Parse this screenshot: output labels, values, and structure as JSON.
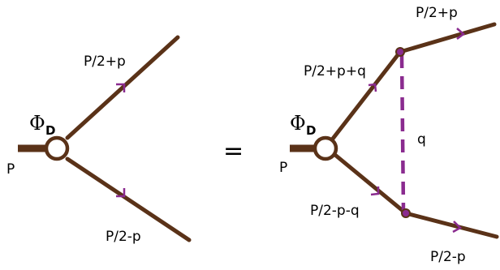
{
  "colors": {
    "line": "#5a3218",
    "arrow": "#8a2b8f",
    "dashed": "#8a2b8f",
    "vertex_fill": "#ffffff"
  },
  "left": {
    "vertex_symbol": "Φ",
    "vertex_subscript": "D",
    "incoming_label": "P",
    "upper_label": "P/2+p",
    "lower_label": "P/2-p"
  },
  "equals": "=",
  "right": {
    "vertex_symbol": "Φ",
    "vertex_subscript": "D",
    "incoming_label": "P",
    "upper_inner_label": "P/2+p+q",
    "upper_outer_label": "P/2+p",
    "lower_inner_label": "P/2-p-q",
    "lower_outer_label": "P/2-p",
    "exchange_label": "q"
  }
}
